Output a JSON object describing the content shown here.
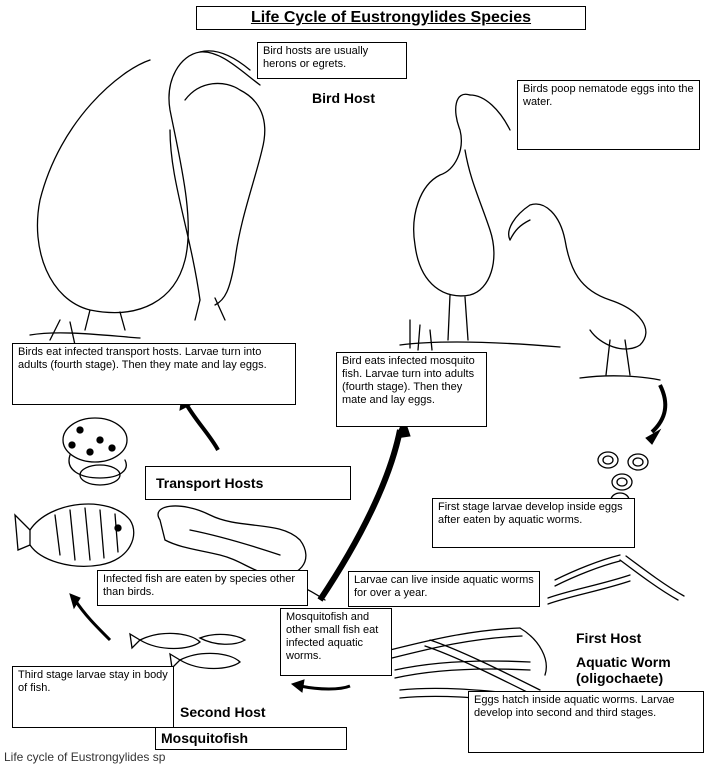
{
  "title": "Life Cycle of Eustrongylides Species",
  "labels": {
    "bird_host": "Bird Host",
    "transport_hosts": "Transport Hosts",
    "first_host": "First Host",
    "aquatic_worm": "Aquatic Worm",
    "oligochaete": "(oligochaete)",
    "second_host": "Second Host",
    "mosquitofish": "Mosquitofish"
  },
  "notes": {
    "bird_hosts": "Bird hosts are usually herons or egrets.",
    "birds_poop": "Birds poop nematode eggs into the water.",
    "birds_eat_transport": "Birds eat infected transport hosts. Larvae turn into adults (fourth stage). Then they mate and lay eggs.",
    "bird_eats_mosquitofish": "Bird eats infected mosquito fish. Larvae turn into adults (fourth stage). Then they mate and lay eggs.",
    "first_stage": "First stage larvae develop inside eggs after eaten by aquatic worms.",
    "larvae_live": "Larvae can live inside aquatic worms for over a year.",
    "infected_fish": "Infected fish are eaten by species other than birds.",
    "mosquitofish_eat": "Mosquitofish and other small fish eat infected aquatic worms.",
    "third_stage": "Third stage larvae stay in body of fish.",
    "eggs_hatch": "Eggs hatch inside aquatic worms. Larvae develop into second and third stages."
  },
  "caption": "Life cycle of Eustrongylides sp"
}
